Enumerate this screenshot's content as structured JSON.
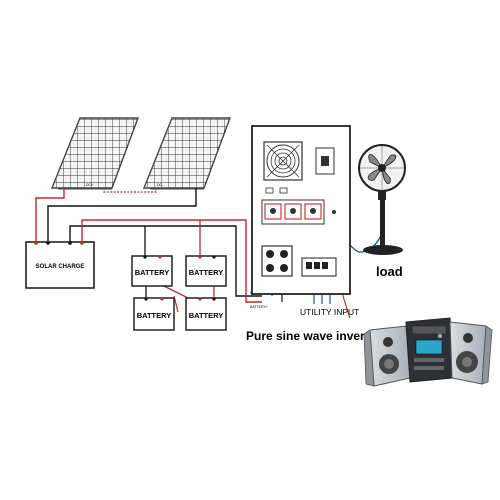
{
  "diagram": {
    "solar_charge_label": "SOLAR CHARGE",
    "battery_label": "BATTERY",
    "utility_input_label": "UTILITY INPUT",
    "inverter_caption": "Pure sine wave inverter",
    "load_label": "load",
    "panel_terminals": [
      "DC+",
      "DC-"
    ],
    "battery_terminal_labels": [
      "BATTERY-",
      "BATTERY+"
    ]
  },
  "colors": {
    "positive_wire": "#c62828",
    "negative_wire": "#111111",
    "utility_wire": "#1e4fa8",
    "panel_frame": "#555555"
  }
}
